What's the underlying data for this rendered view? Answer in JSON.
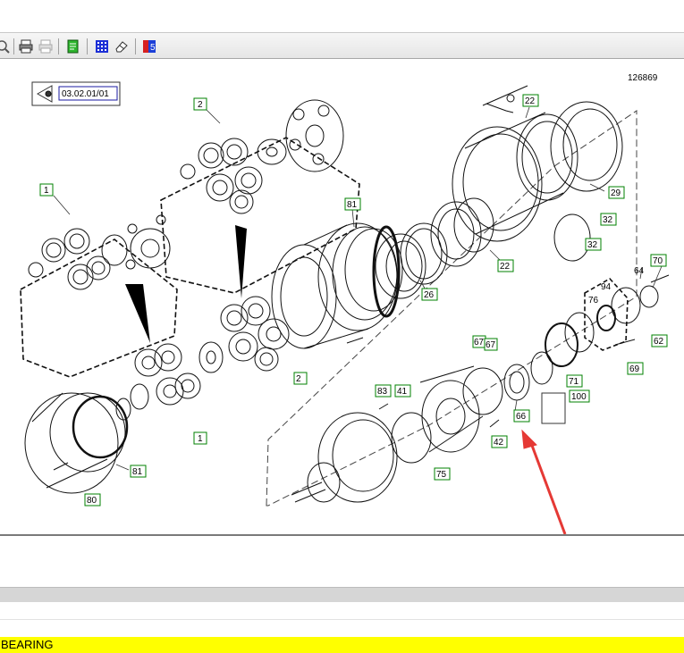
{
  "drawing": {
    "number": "126869",
    "reference": "03.02.01/01",
    "labels": {
      "p1a": "1",
      "p2a": "2",
      "p1b": "1",
      "p2b": "2",
      "p81a": "81",
      "p81b": "81",
      "p80": "80",
      "p22a": "22",
      "p22b": "22",
      "p29": "29",
      "p32a": "32",
      "p32b": "32",
      "p26": "26",
      "p64": "64",
      "p70": "70",
      "p76": "76",
      "p94": "94",
      "p62": "62",
      "p69": "69",
      "p71": "71",
      "p100": "100",
      "p67a": "67",
      "p67b": "67",
      "p66": "66",
      "p83": "83",
      "p41": "41",
      "p42": "42",
      "p75": "75"
    }
  },
  "toolbar": {
    "icons": [
      "zoom-icon",
      "print-icon",
      "print-disabled-icon",
      "page-icon",
      "grid-icon",
      "eraser-icon",
      "bookmark-icon"
    ]
  },
  "status": {
    "text": "BEARING",
    "highlight_color": "#ffff00"
  },
  "colors": {
    "label_box": "#008000",
    "arrow": "#e53935"
  }
}
